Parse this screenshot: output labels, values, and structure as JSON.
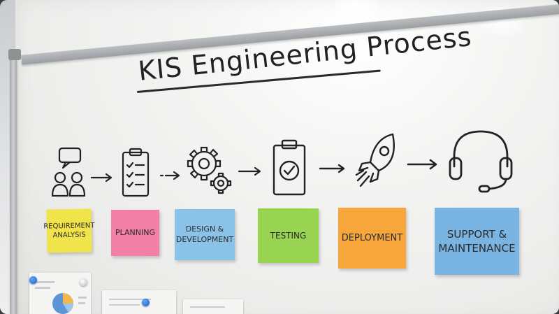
{
  "title": "KIS Engineering Process",
  "steps": [
    {
      "label_lines": [
        "REQUIREMENT",
        "ANALYSIS"
      ],
      "icon": "people-speech-icon",
      "color": "#f1e34a"
    },
    {
      "label_lines": [
        "PLANNING"
      ],
      "icon": "clipboard-checklist-icon",
      "color": "#f27fa6"
    },
    {
      "label_lines": [
        "DESIGN &",
        "DEVELOPMENT"
      ],
      "icon": "gears-icon",
      "color": "#8bc3e8"
    },
    {
      "label_lines": [
        "TESTING"
      ],
      "icon": "clipboard-check-icon",
      "color": "#98d352"
    },
    {
      "label_lines": [
        "DEPLOYMENT"
      ],
      "icon": "rocket-icon",
      "color": "#f6a63a"
    },
    {
      "label_lines": [
        "SUPPORT &",
        "MAINTENANCE"
      ],
      "icon": "headset-icon",
      "color": "#7ab4e2"
    }
  ],
  "arrows": [
    "arrow-right-icon",
    "arrow-right-icon",
    "arrow-right-icon",
    "arrow-right-icon",
    "arrow-right-icon"
  ],
  "pin_color": "#1d5fbf"
}
